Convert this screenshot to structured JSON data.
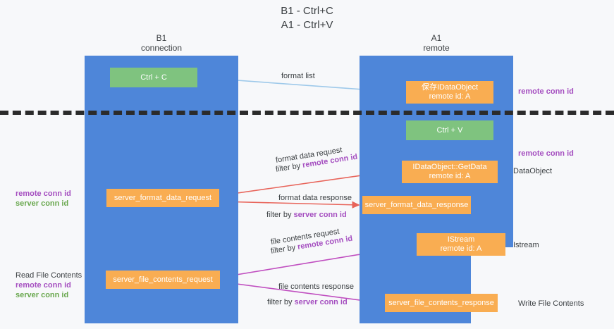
{
  "title": "B1 - Ctrl+C\nA1 - Ctrl+V",
  "columns": [
    {
      "name": "B1",
      "role": "connection",
      "label": "B1\nconnection"
    },
    {
      "name": "A1",
      "role": "remote",
      "label": "A1\nremote"
    }
  ],
  "colors": {
    "lane": "#4e86d9",
    "box_green": "#7fc37f",
    "box_orange": "#f9ad52",
    "accent_purple": "#a54fc0",
    "accent_green": "#6aa84f",
    "arrow_red": "#e8645a",
    "arrow_magenta": "#c04fc0",
    "arrow_blue": "#9ec9ea",
    "arrow_black": "#1a1a1a",
    "divider": "#2b2b2b",
    "background": "#f7f8fa",
    "text": "#3c4043"
  },
  "boxes": {
    "ctrl_c": "Ctrl + C",
    "idataobject": "保存IDataObject\nremote id: A",
    "ctrl_v": "Ctrl + V",
    "idataobject_getdata": "IDataObject::GetData\nremote id: A",
    "server_format_data_request": "server_format_data_request",
    "server_format_data_response": "server_format_data_response",
    "istream": "IStream\nremote id: A",
    "server_file_contents_request": "server_file_contents_request",
    "server_file_contents_response": "server_file_contents_response"
  },
  "edge_labels": {
    "format_list": "format list",
    "format_data_request": "format data request",
    "format_data_request_filter_prefix": "filter by ",
    "format_data_request_filter_key": "remote conn id",
    "format_data_response": "format data response",
    "format_data_response_filter_prefix": "filter by ",
    "format_data_response_filter_key": "server conn id",
    "file_contents_request": "file contents request",
    "file_contents_request_filter_prefix": "filter by ",
    "file_contents_request_filter_key": "remote conn id",
    "file_contents_response": "file contents response",
    "file_contents_response_filter_prefix": "filter by ",
    "file_contents_response_filter_key": "server conn id"
  },
  "side_right": {
    "remote_conn_id_top": "remote conn id",
    "remote_conn_id_mid": "remote conn id",
    "dataobject": "DataObject",
    "istream": "Istream",
    "write_file_contents": "Write File Contents"
  },
  "side_left": {
    "middle": {
      "remote_conn_id": "remote conn id",
      "server_conn_id": "server conn id"
    },
    "bottom": {
      "heading": "Read File Contents",
      "remote_conn_id": "remote conn id",
      "server_conn_id": "server conn id"
    }
  }
}
